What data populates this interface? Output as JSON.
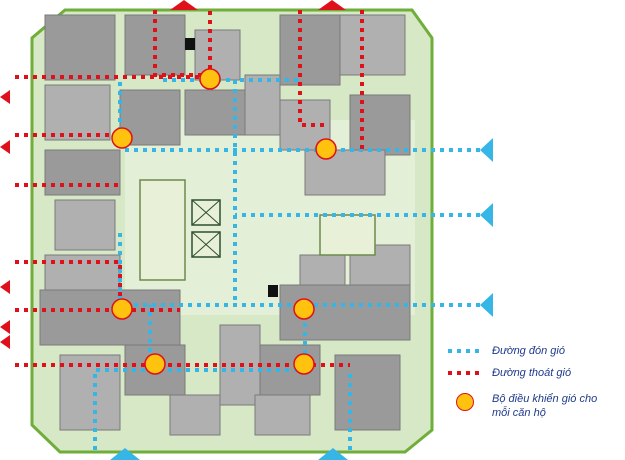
{
  "legend": {
    "intake_label": "Đường đón gió",
    "exhaust_label": "Đường thoát gió",
    "controller_label_line1": "Bộ điều khiển gió cho",
    "controller_label_line2": "mỗi căn hộ"
  },
  "colors": {
    "intake": "#35b6e6",
    "exhaust": "#e0101a",
    "controller_fill": "#ffc20e",
    "controller_stroke": "#e0101a",
    "apartment": "#9a9a9a",
    "corridor": "#e4efd8",
    "outline": "#6fae3a",
    "background": "#ffffff"
  },
  "icons": {
    "intake_arrow": "triangle-arrow-blue",
    "exhaust_arrow": "triangle-arrow-red",
    "controller": "yellow-circle-red-border"
  }
}
